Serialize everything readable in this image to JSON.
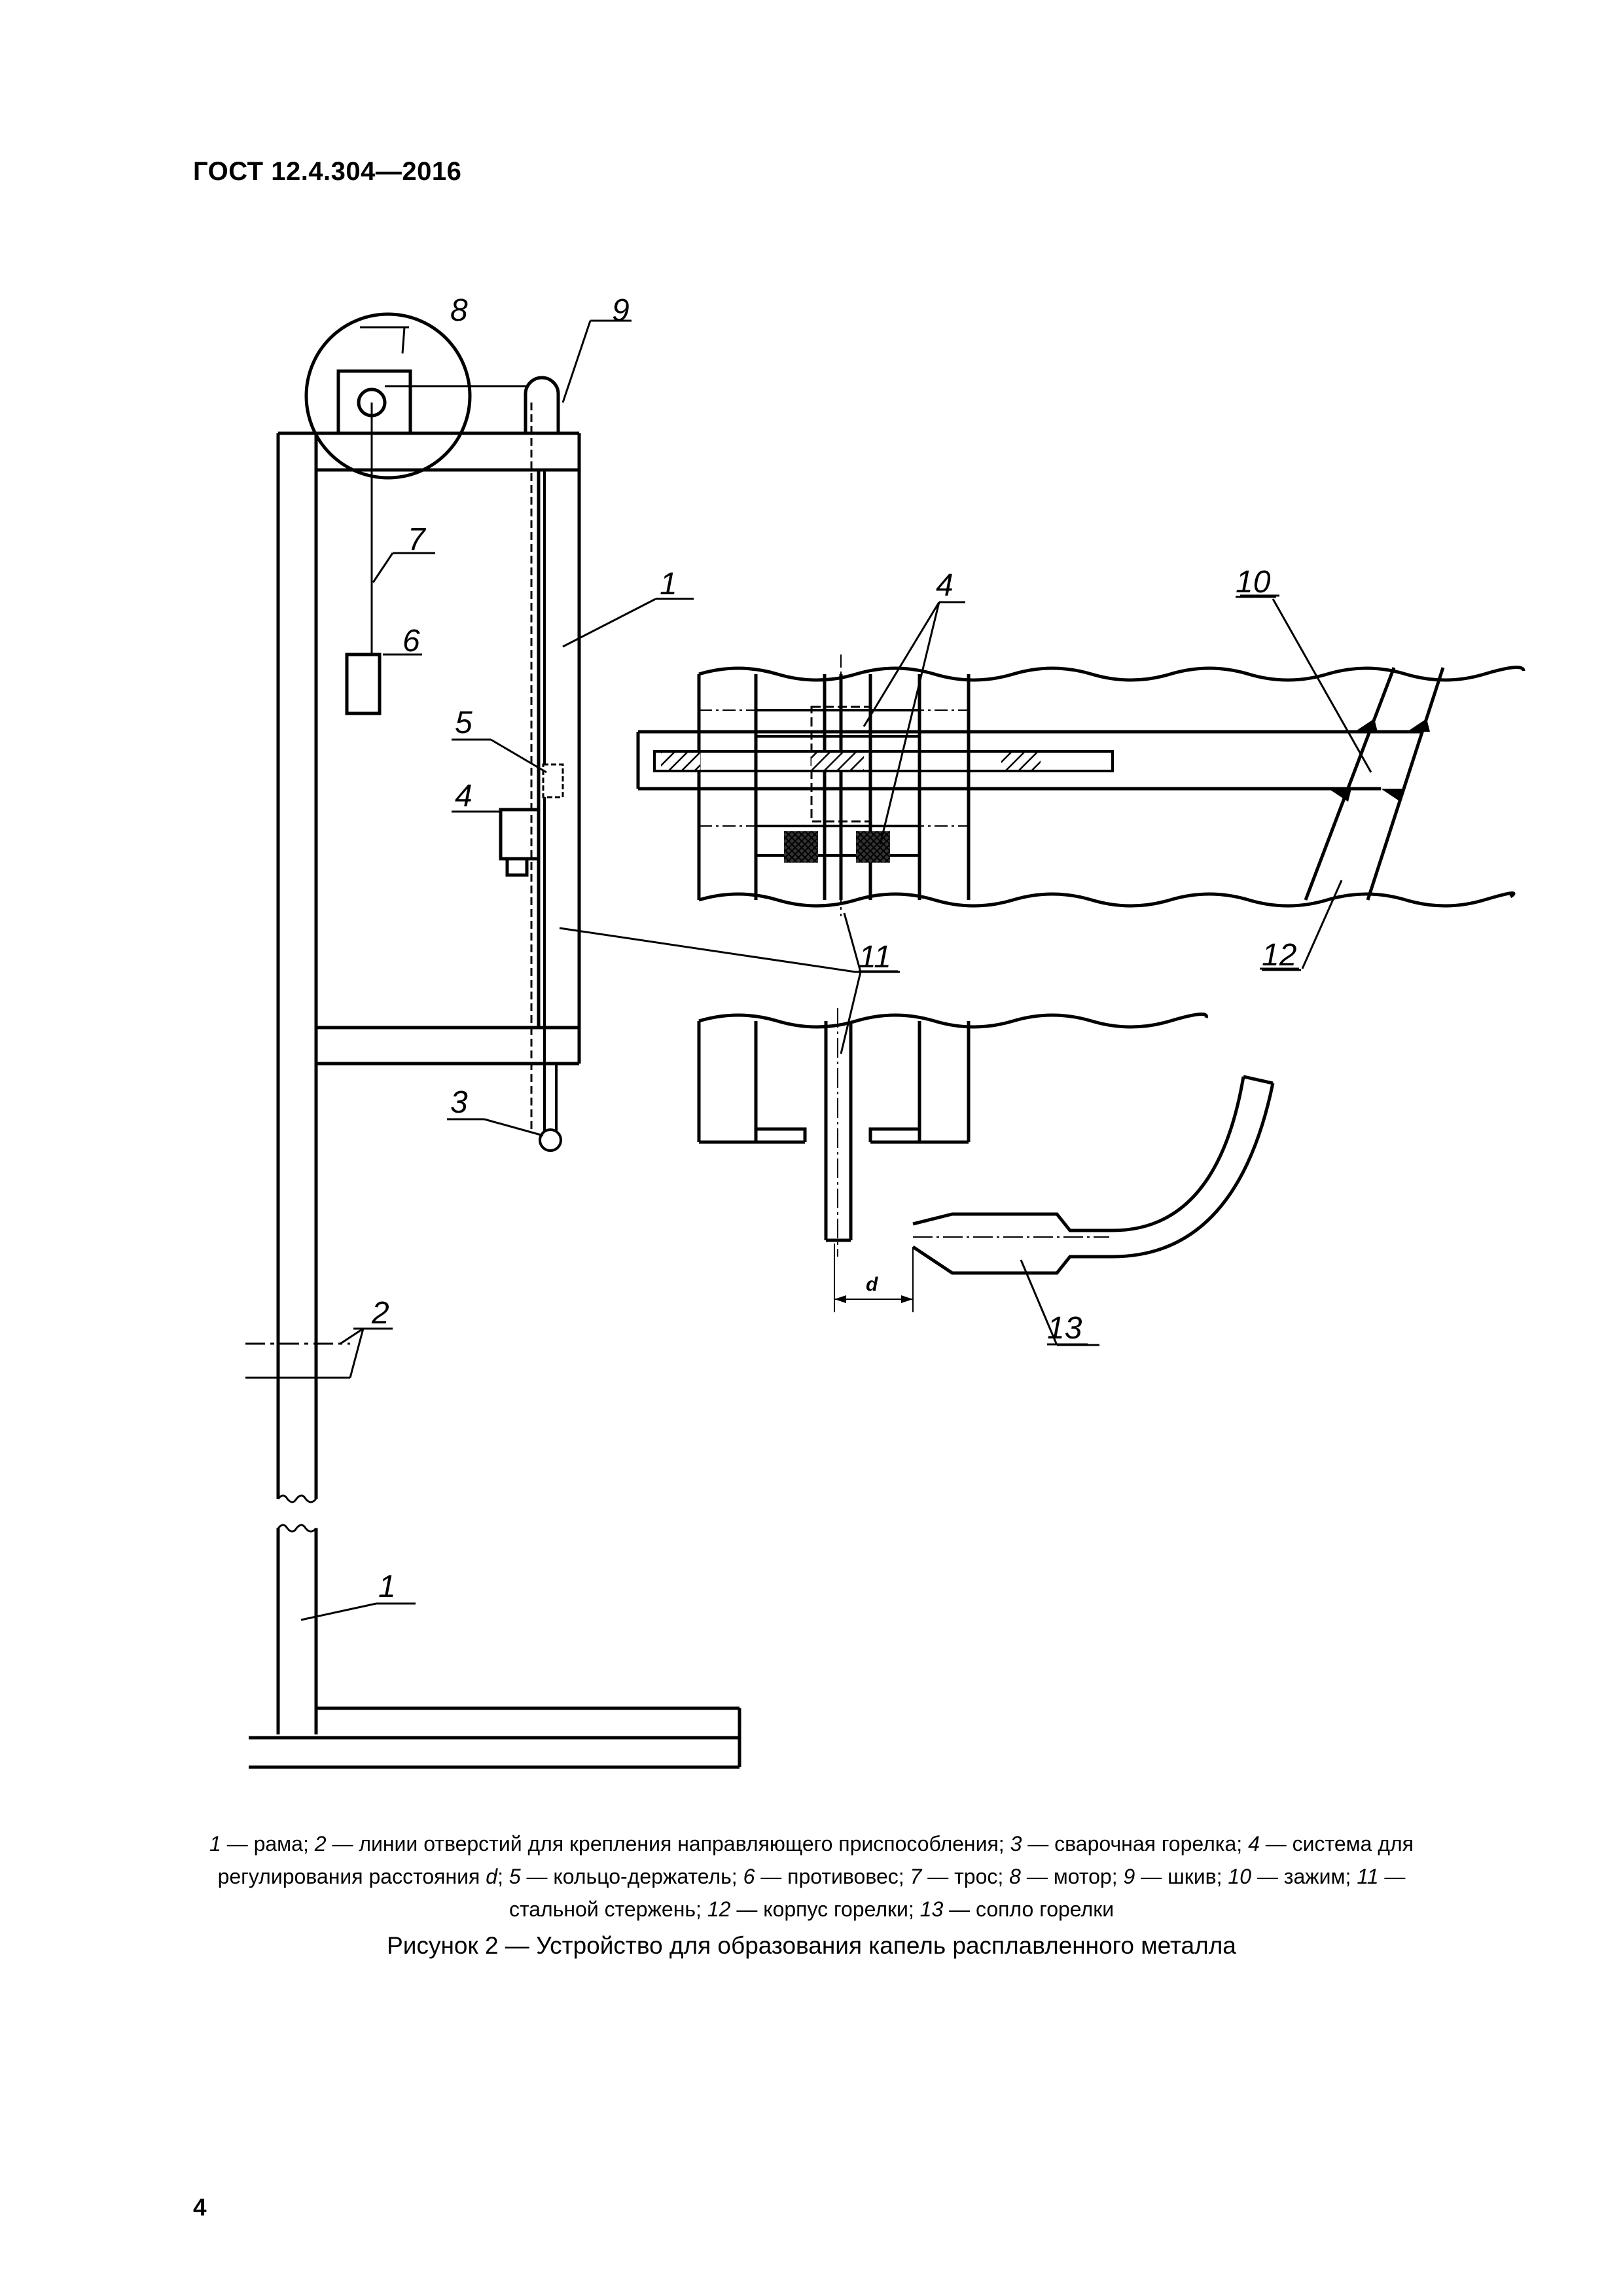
{
  "header": {
    "standard": "ГОСТ 12.4.304—2016"
  },
  "figure": {
    "labels": {
      "n1a": "1",
      "n1b": "1",
      "n2": "2",
      "n3": "3",
      "n4a": "4",
      "n4b": "4",
      "n5": "5",
      "n6": "6",
      "n7": "7",
      "n8": "8",
      "n9": "9",
      "n10": "10",
      "n11": "11",
      "n12": "12",
      "n13": "13",
      "d": "d"
    }
  },
  "legend": {
    "items": [
      {
        "num": "1",
        "text": " — рама; "
      },
      {
        "num": "2",
        "text": " — линии отверстий для крепления направляющего приспособления; "
      },
      {
        "num": "3",
        "text": " — сварочная горелка; "
      },
      {
        "num": "4",
        "text": " — система для регулирования расстояния "
      },
      {
        "num": "d",
        "text": "; "
      },
      {
        "num": "5",
        "text": " — кольцо-держатель; "
      },
      {
        "num": "6",
        "text": " — противовес; "
      },
      {
        "num": "7",
        "text": " — трос; "
      },
      {
        "num": "8",
        "text": " — мотор; "
      },
      {
        "num": "9",
        "text": " — шкив; "
      },
      {
        "num": "10",
        "text": " — зажим; "
      },
      {
        "num": "11",
        "text": " — стальной стержень; "
      },
      {
        "num": "12",
        "text": " — корпус горелки; "
      },
      {
        "num": "13",
        "text": " — сопло горелки"
      }
    ]
  },
  "caption": "Рисунок  2 — Устройство для образования капель расплавленного металла",
  "page_number": "4"
}
